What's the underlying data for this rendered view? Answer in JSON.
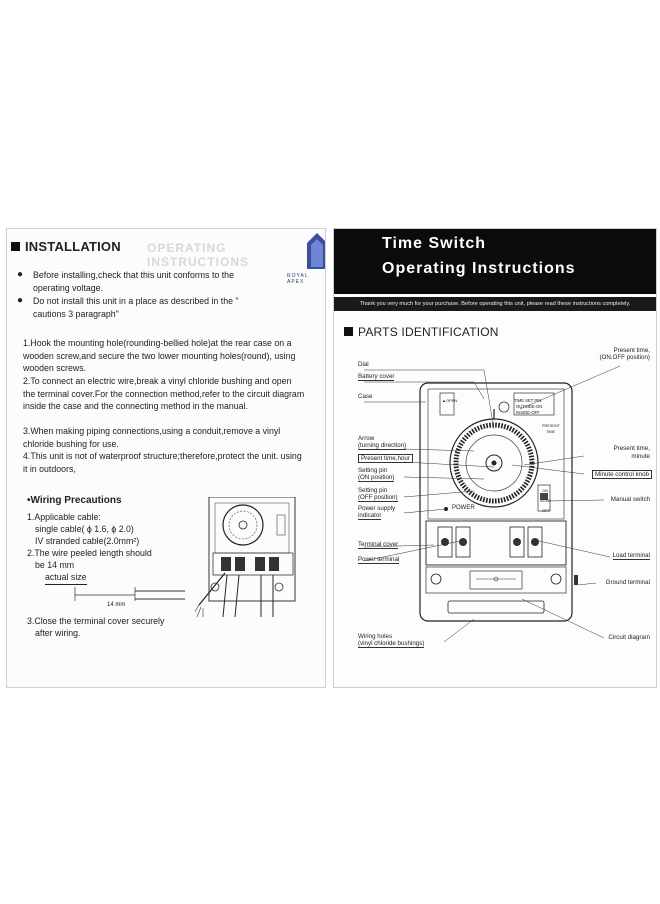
{
  "left_page": {
    "heading": "INSTALLATION",
    "ghost_heading": "OPERATING INSTRUCTIONS",
    "logo_text": "ROYAL APEX",
    "bullets": [
      "Before installing,check that this unit conforms to the operating voltage.",
      "Do not install this unit in a place as described in the \" cautions 3 paragraph\""
    ],
    "steps": [
      "1.Hook the mounting hole(rounding-bellied hole)at the rear case on a wooden screw,and secure the two lower mounting holes(round), using wooden screws.",
      "2.To connect an electric wire,break a vinyl chloride bushing and open the terminal cover.For the connection method,refer to the circuit diagram inside the case and the connecting method in the manual.",
      "3.When making piping connections,using a conduit,remove a vinyl chloride bushing for use.",
      "4.This unit is not of waterproof structure;therefore,protect the unit. using it in outdoors,"
    ],
    "wiring": {
      "title": "•Wiring Precautions",
      "item1": "1.Applicable cable:",
      "single": "single cable( ϕ 1.6, ϕ 2.0)",
      "stranded": "IV stranded cable(2.0mm²)",
      "item2a": "2.The wire peeled length should",
      "item2b": "be 14 mm",
      "actual": "actual size",
      "mm": "14 mm",
      "item3a": "3.Close the terminal cover securely",
      "item3b": "after wiring."
    }
  },
  "right_page": {
    "title1": "Time Switch",
    "title2": "Operating  Instructions",
    "thanks": "Thank you very much for your purchase. Before operating this unit, please read these instructions completely.",
    "section": "PARTS IDENTIFICATION",
    "labels_left": {
      "dial": "Dial",
      "battery": "Battery cover",
      "case": "Case",
      "arrow1": "Arrow",
      "arrow2": "(turning direction)",
      "present_hour": "Present time,hour",
      "setpin_on1": "Setting pin",
      "setpin_on2": "(ON position)",
      "setpin_off1": "Setting pin",
      "setpin_off2": "(OFF position)",
      "power1": "Power supply",
      "power2": "indicator",
      "terminal_cover": "Terminal cover",
      "power_terminal": "Power terminal",
      "holes1": "Wiring holes",
      "holes2": "(vinyl chloride bushings)"
    },
    "labels_right": {
      "pt1": "Present time,",
      "pt2": "(ON.OFF position)",
      "ptm1": "Present time,",
      "ptm2": "minute",
      "knob": "Minute control knob",
      "manual": "Manual switch",
      "load": "Load terminal",
      "ground": "Ground terminal",
      "circuit": "Circuit diagram"
    },
    "device_text": {
      "setpin": "TIME SET PIN",
      "outside": "OUTSIDE-ON",
      "inside": "INSIDE-OFF",
      "present": "PRESENT",
      "time": "TIME",
      "power": "POWER",
      "on": "ON",
      "auto": "AUTO",
      "off": "OFF",
      "batt": "▲OPEN"
    }
  }
}
